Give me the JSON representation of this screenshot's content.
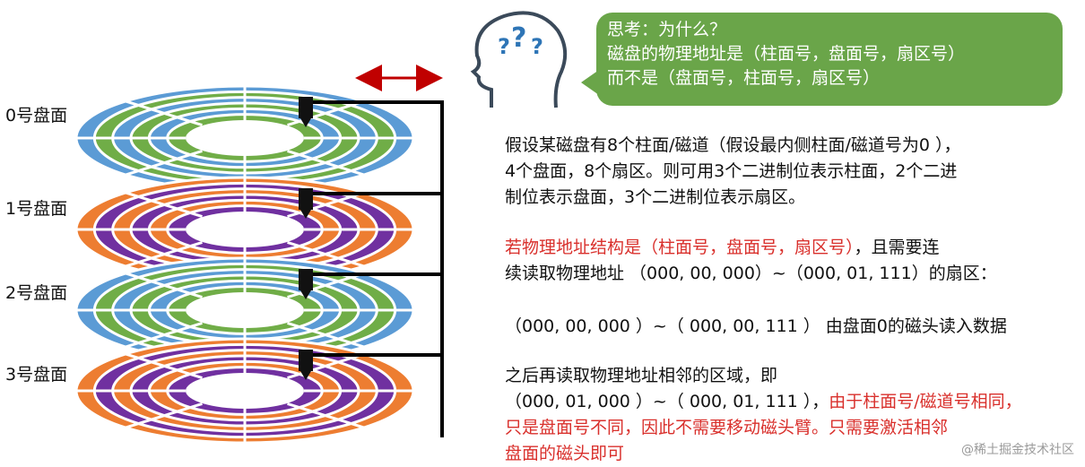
{
  "platters": {
    "labels": [
      "0号盘面",
      "1号盘面",
      "2号盘面",
      "3号盘面"
    ],
    "palettes": [
      [
        "#5b9bd5",
        "#70ad47"
      ],
      [
        "#ed7d31",
        "#7030a0"
      ],
      [
        "#5b9bd5",
        "#70ad47"
      ],
      [
        "#ed7d31",
        "#7030a0"
      ]
    ]
  },
  "colors": {
    "arrow": "#c00000",
    "bubble": "#6aa549",
    "red_text": "#d9302c",
    "arm": "#000000"
  },
  "thought": {
    "icon": "thinking-head-icon",
    "line1": "思考：为什么？",
    "line2": "磁盘的物理地址是（柱面号，盘面号，扇区号）",
    "line3": "而不是（盘面号，柱面号，扇区号）"
  },
  "text": {
    "p1": [
      "假设某磁盘有8个柱面/磁道（假设最内侧柱面/磁道号为0 ），",
      "4个盘面，8个扇区。则可用3个二进制位表示柱面，2个二进",
      "制位表示盘面，3个二进制位表示扇区。"
    ],
    "p2_red": "若物理地址结构是（柱面号，盘面号，扇区号）",
    "p2_rest": "，且需要连",
    "p2_line2": "续读取物理地址 （000, 00, 000）~（000, 01, 111）的扇区：",
    "p3": "（000, 00, 000 ）~（ 000, 00, 111 ） 由盘面0的磁头读入数据",
    "p4_line1": "之后再读取物理地址相邻的区域，即",
    "p4_line2_black": "（000, 01, 000 ）~（ 000, 01, 111 ），",
    "p4_line2_red": "由于柱面号/磁道号相同，",
    "p4_line3": "只是盘面号不同，因此不需要移动磁头臂。只需要激活相邻",
    "p4_line4": "盘面的磁头即可"
  },
  "watermark": "@稀土掘金技术社区"
}
